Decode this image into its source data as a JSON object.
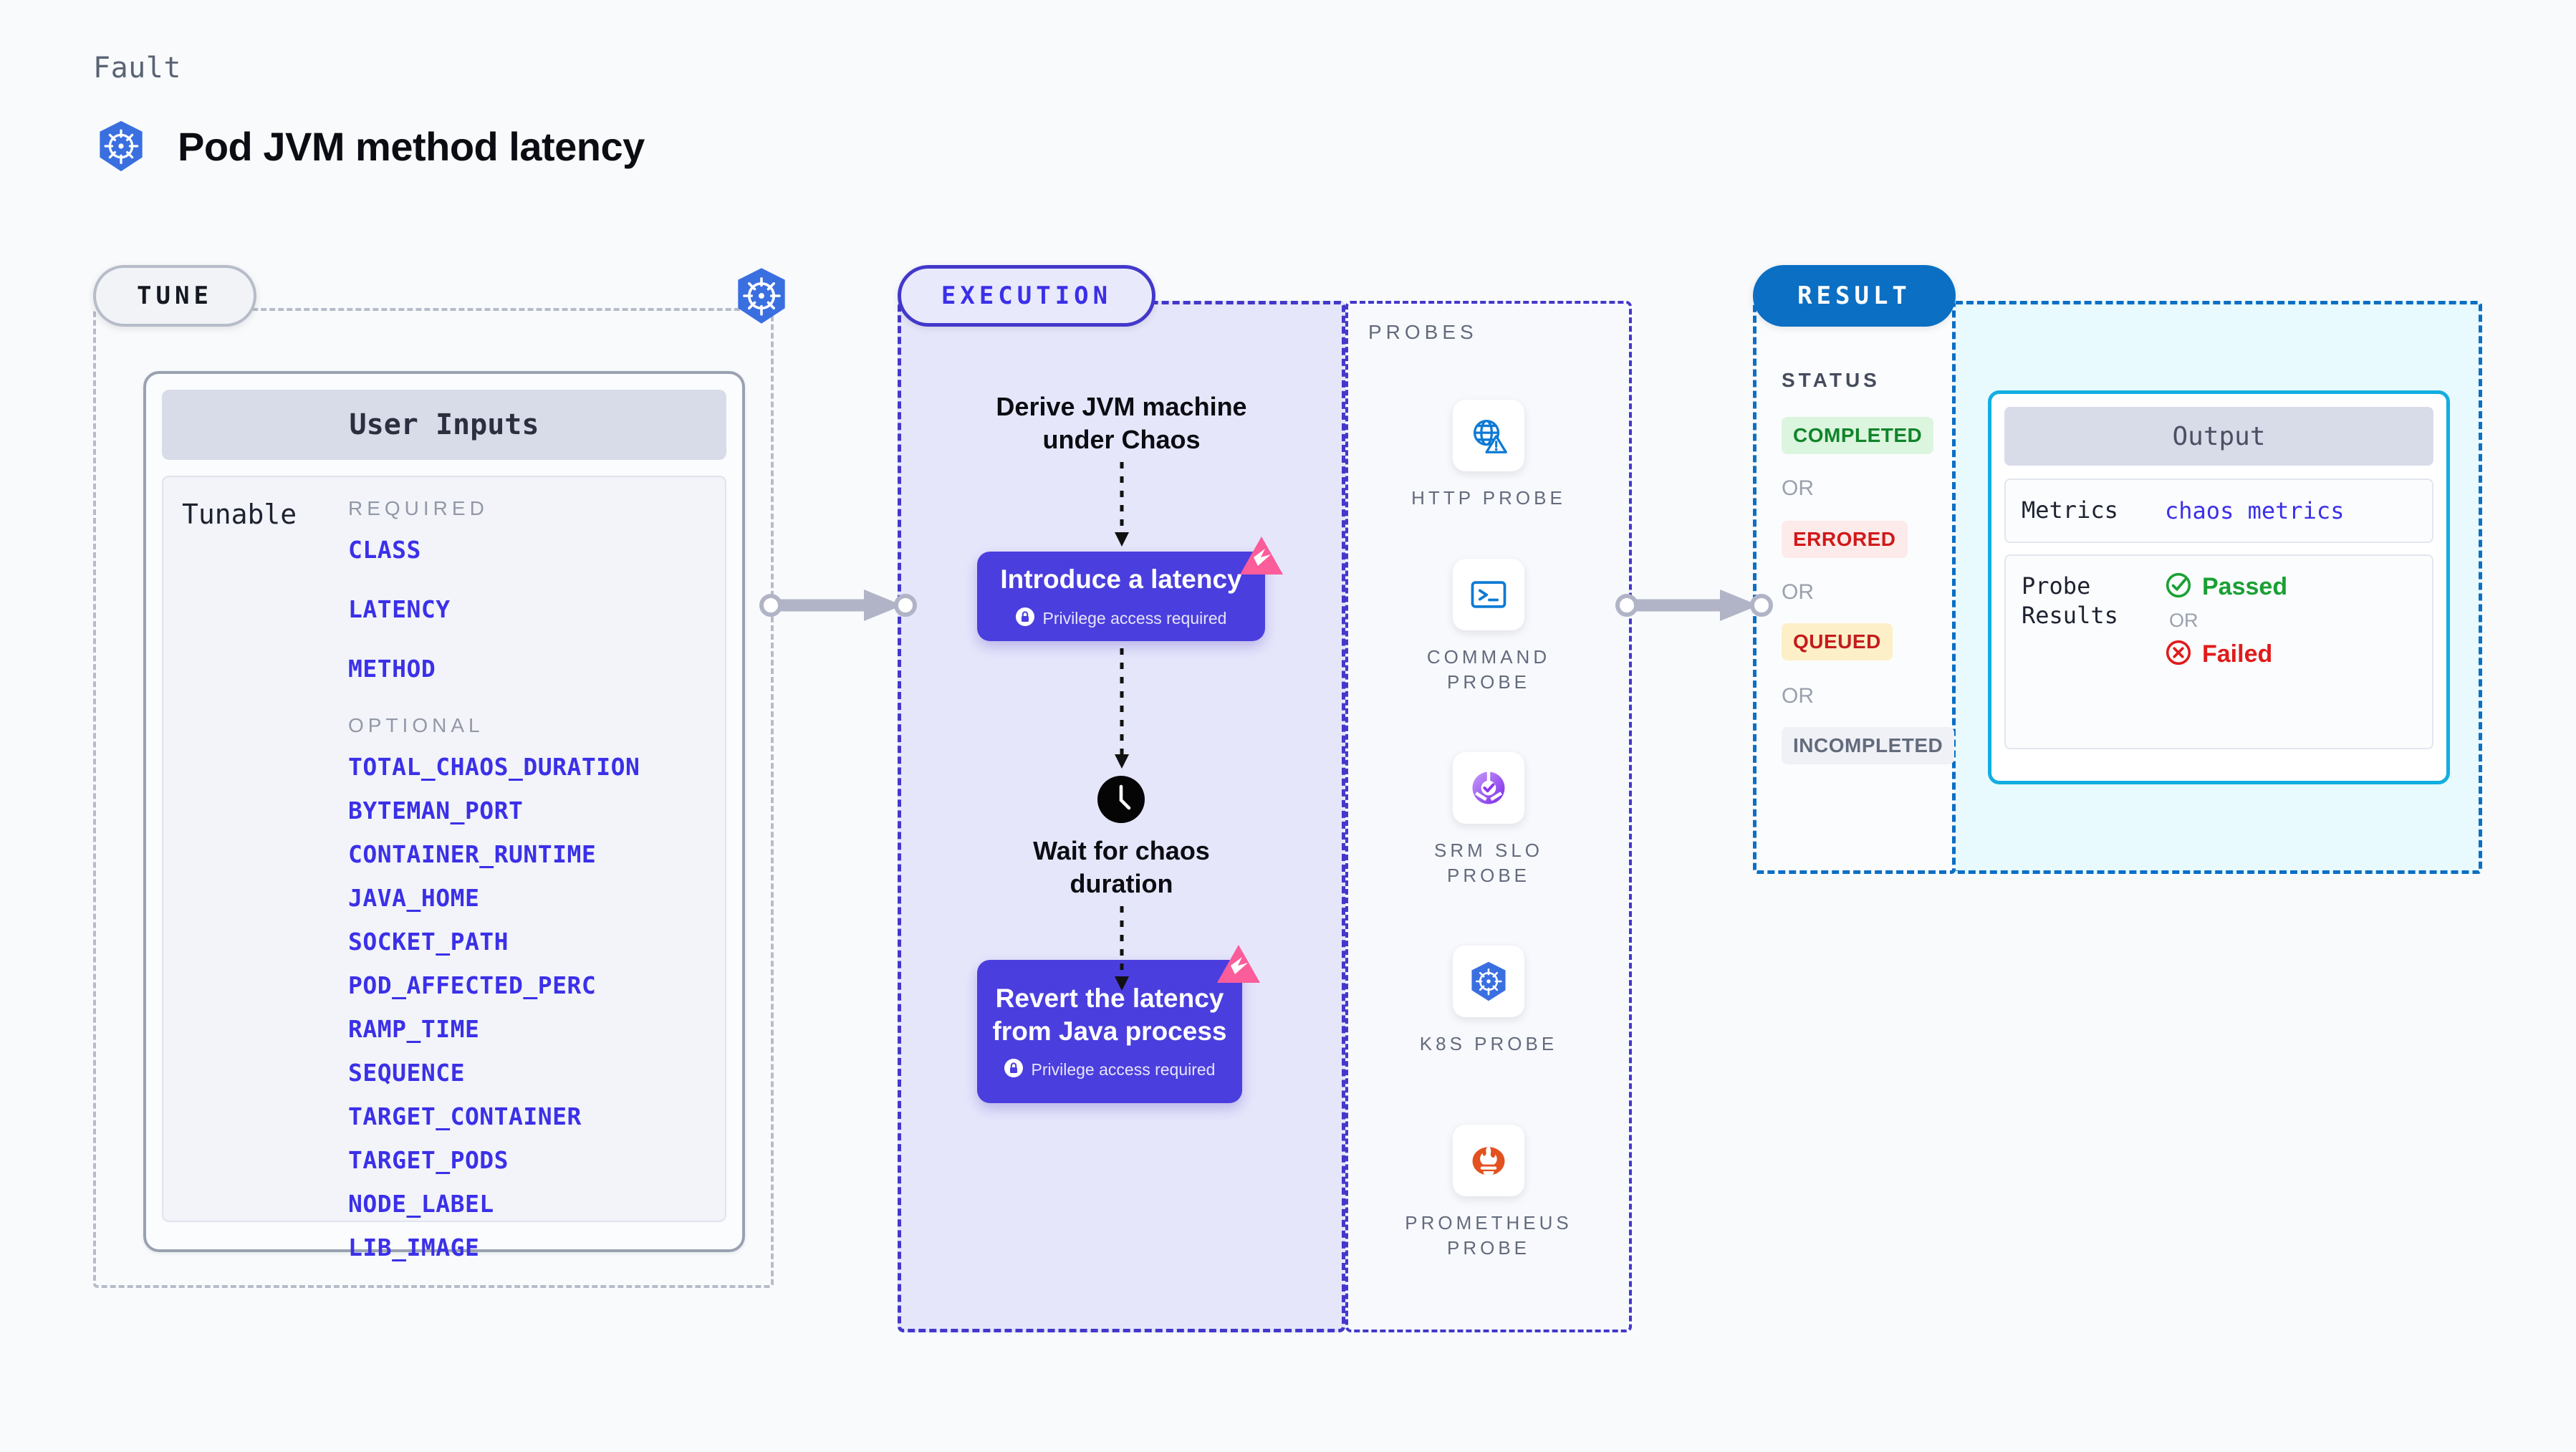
{
  "header": {
    "kicker": "Fault",
    "title": "Pod JVM method latency",
    "icon": "kubernetes-icon"
  },
  "tune": {
    "pill_label": "TUNE",
    "node_icon": "kubernetes-icon",
    "card_title": "User Inputs",
    "tunable_label": "Tunable",
    "required_title": "REQUIRED",
    "optional_title": "OPTIONAL",
    "required": [
      "CLASS",
      "LATENCY",
      "METHOD"
    ],
    "optional": [
      "TOTAL_CHAOS_DURATION",
      "BYTEMAN_PORT",
      "CONTAINER_RUNTIME",
      "JAVA_HOME",
      "SOCKET_PATH",
      "POD_AFFECTED_PERC",
      "RAMP_TIME",
      "SEQUENCE",
      "TARGET_CONTAINER",
      "TARGET_PODS",
      "NODE_LABEL",
      "LIB_IMAGE"
    ]
  },
  "execution": {
    "pill_label": "EXECUTION",
    "step1_text": "Derive JVM machine\nunder Chaos",
    "node1_title": "Introduce a latency",
    "node1_privilege": "Privilege access required",
    "wait_text": "Wait for chaos\nduration",
    "wait_icon": "clock-icon",
    "node2_title": "Revert the latency\nfrom Java process",
    "node2_privilege": "Privilege access required",
    "badge_icon": "litmus-chaos-icon",
    "lock_icon": "lock-icon"
  },
  "probes": {
    "section_label": "PROBES",
    "items": [
      {
        "label": "HTTP  PROBE",
        "icon": "globe-warning-icon"
      },
      {
        "label": "COMMAND\nPROBE",
        "icon": "terminal-icon"
      },
      {
        "label": "SRM  SLO\nPROBE",
        "icon": "slo-donut-check-icon"
      },
      {
        "label": "K8S  PROBE",
        "icon": "kubernetes-icon"
      },
      {
        "label": "PROMETHEUS\nPROBE",
        "icon": "prometheus-icon"
      }
    ]
  },
  "result": {
    "pill_label": "RESULT",
    "status_label": "STATUS",
    "or_label": "OR",
    "statuses": [
      {
        "label": "COMPLETED",
        "fg": "#11842a",
        "bg": "#dcf5df"
      },
      {
        "label": "ERRORED",
        "fg": "#d01919",
        "bg": "#fdeaea"
      },
      {
        "label": "QUEUED",
        "fg": "#c41c1c",
        "bg": "#fdf0c8"
      },
      {
        "label": "INCOMPLETED",
        "fg": "#636b7c",
        "bg": "#eff1f6"
      }
    ],
    "output": {
      "title": "Output",
      "metrics_key": "Metrics",
      "metrics_value": "chaos metrics",
      "probe_key": "Probe\nResults",
      "passed_label": "Passed",
      "passed_icon": "check-circle-icon",
      "failed_label": "Failed",
      "failed_icon": "x-circle-icon",
      "or_label": "OR"
    }
  },
  "colors": {
    "accent_indigo": "#4a3ede",
    "accent_blue": "#0b6fc4",
    "accent_cyan": "#13aee0",
    "pink": "#fa5d9a",
    "param_blue": "#3b30e8"
  }
}
